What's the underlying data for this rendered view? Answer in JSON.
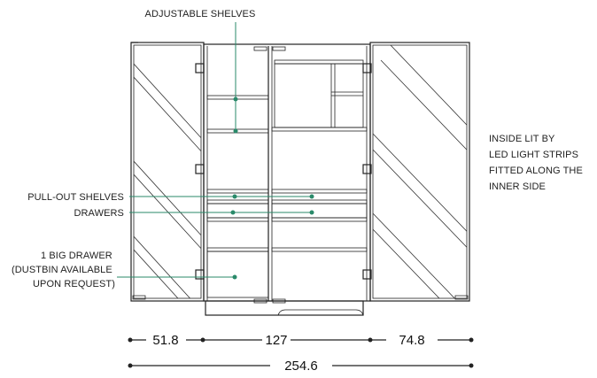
{
  "colors": {
    "line": "#222222",
    "callout": "#2a8a6a",
    "background": "#ffffff"
  },
  "labels": {
    "adjustable_shelves": "ADJUSTABLE SHELVES",
    "pull_out_shelves": "PULL-OUT SHELVES",
    "drawers": "DRAWERS",
    "big_drawer": [
      "1 BIG DRAWER",
      "(DUSTBIN AVAILABLE",
      "UPON REQUEST)"
    ],
    "inside_lit": [
      "INSIDE LIT BY",
      "LED LIGHT STRIPS",
      "FITTED ALONG THE",
      "INNER SIDE"
    ]
  },
  "dimensions": {
    "left": "51.8",
    "center": "127",
    "right": "74.8",
    "total": "254.6"
  }
}
